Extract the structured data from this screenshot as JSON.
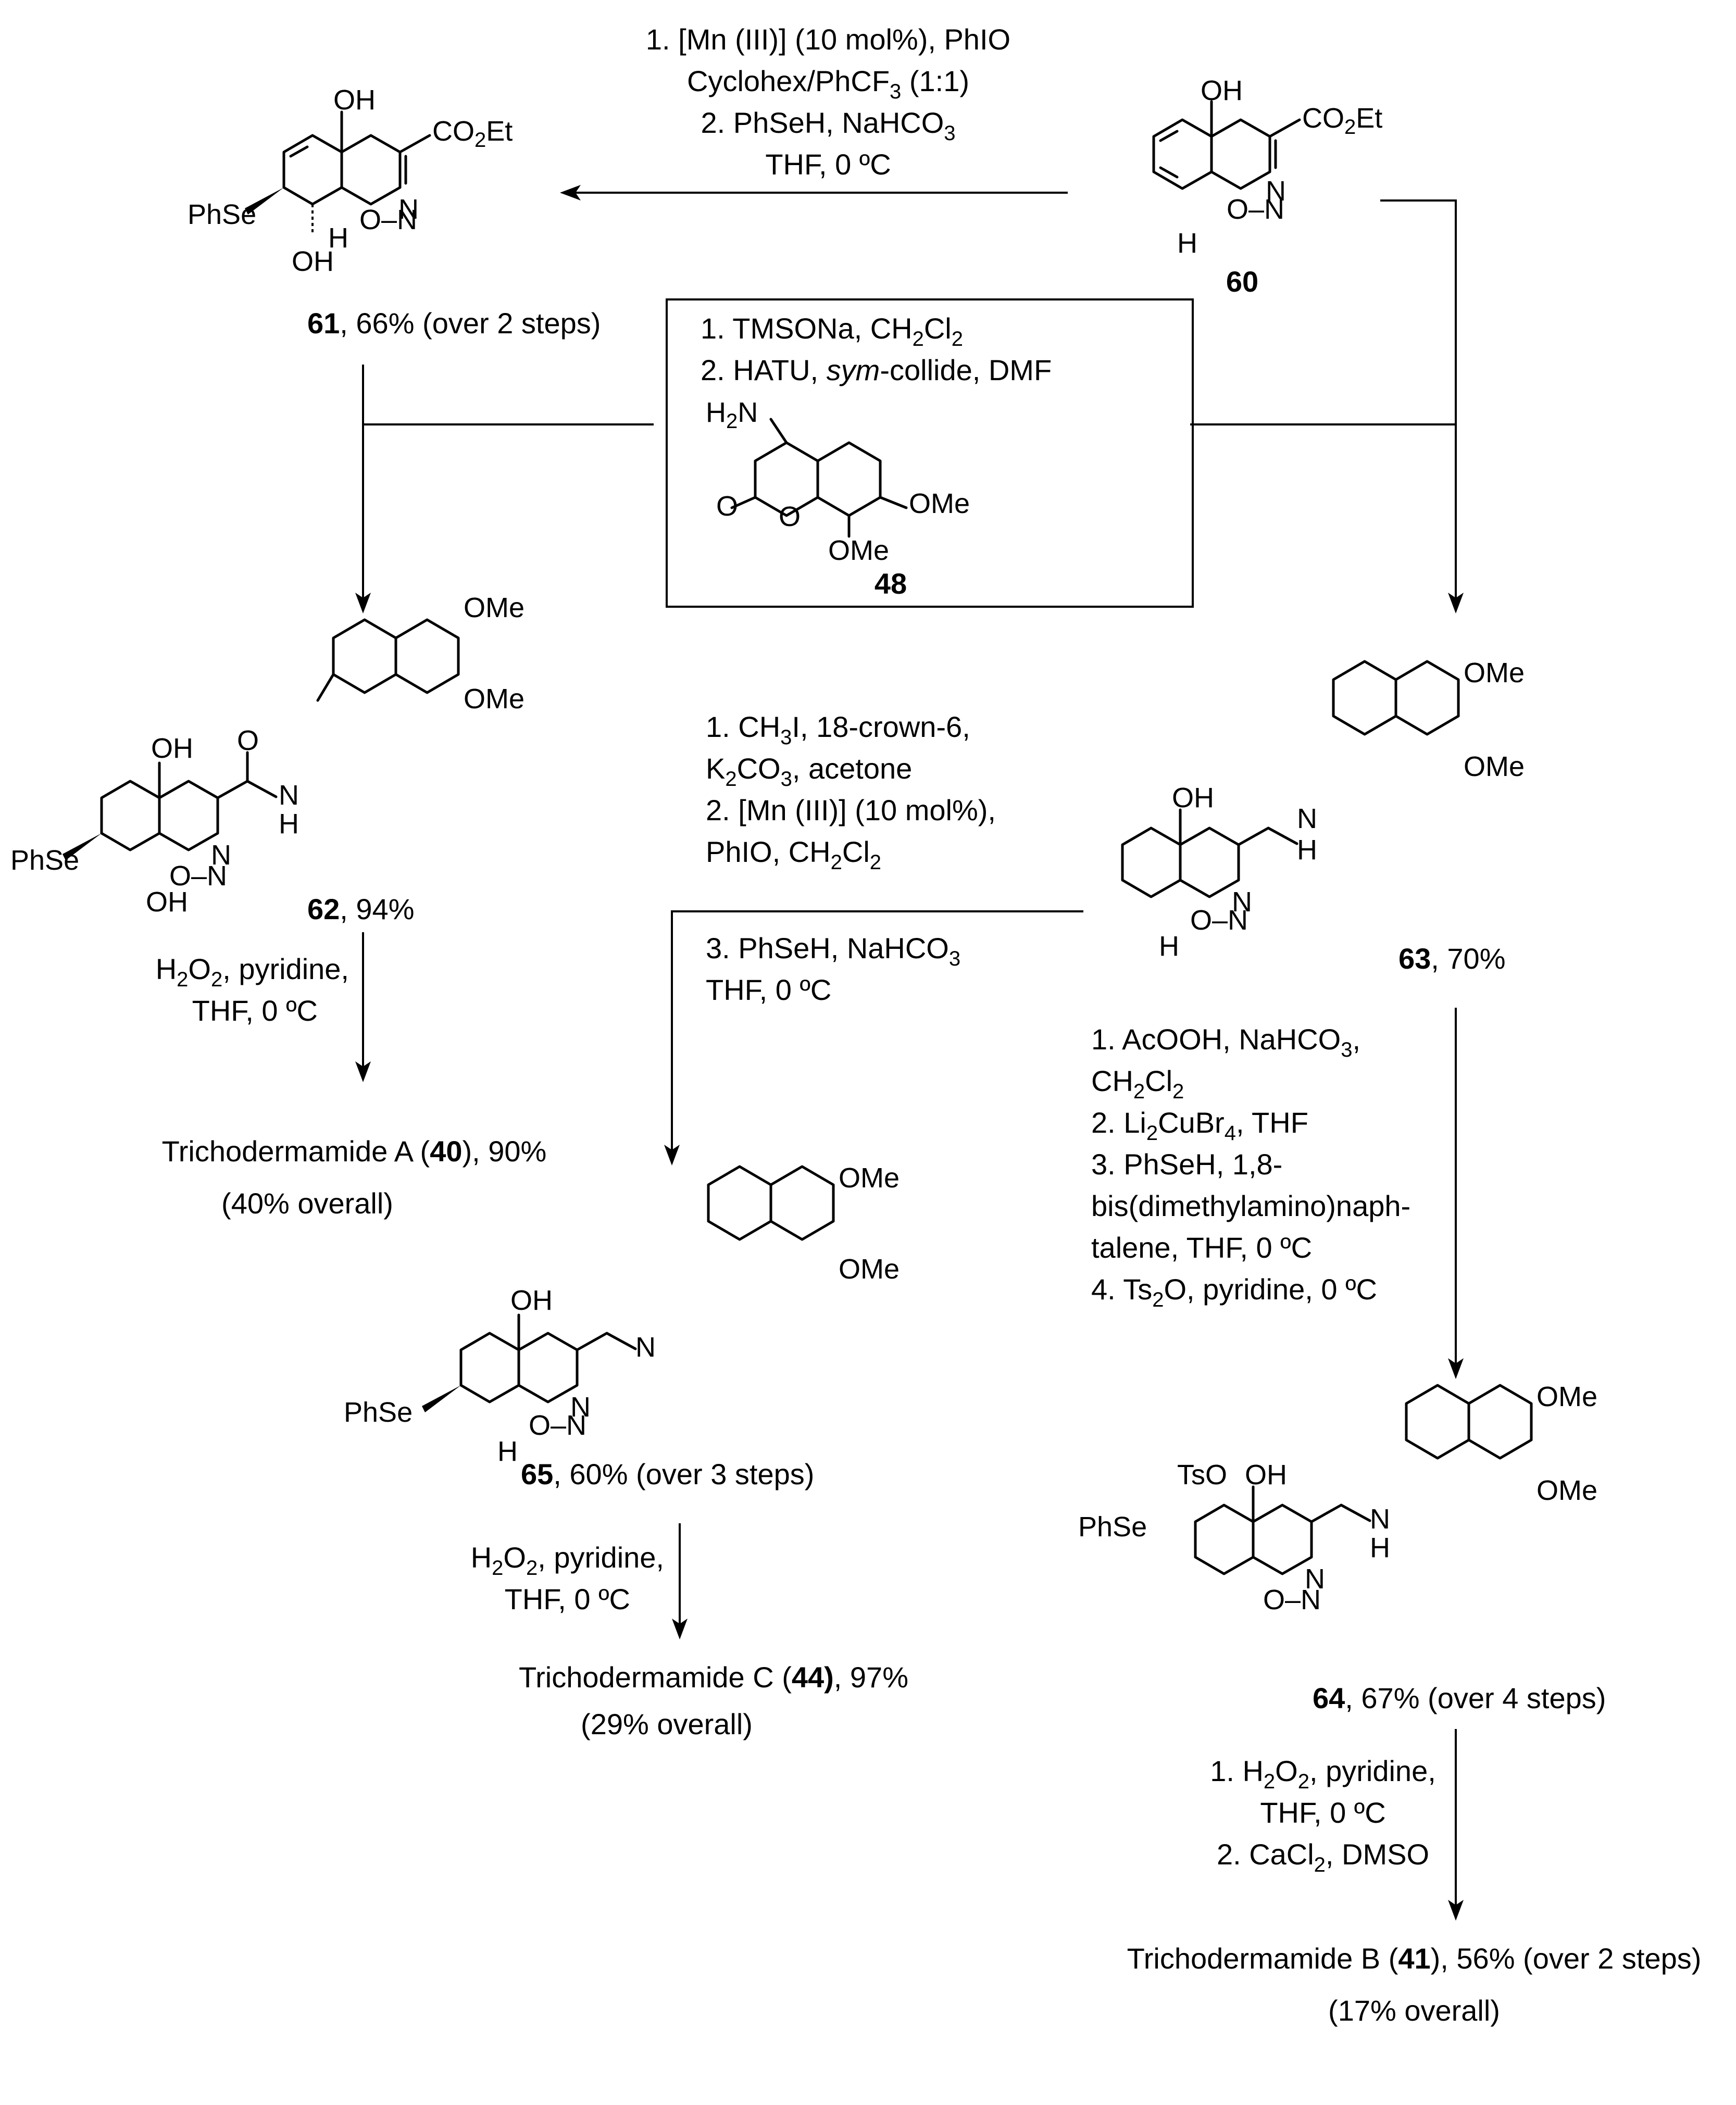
{
  "conditions": {
    "c_60_61": [
      "1. [Mn (III)] (10 mol%), PhIO",
      "Cyclohex/PhCF",
      "3",
      " (1:1)",
      "2. PhSeH, NaHCO",
      "3",
      "THF, 0 ºC"
    ],
    "box": [
      "1. TMSONa, CH",
      "2",
      "Cl",
      "2",
      "2. HATU, ",
      "sym",
      "-collide, DMF"
    ],
    "c_62_40": [
      "H",
      "2",
      "O",
      "2",
      ", pyridine,",
      "THF, 0 ºC"
    ],
    "c_63_65": [
      "1. CH",
      "3",
      "I, 18-crown-6,",
      "K",
      "2",
      "CO",
      "3",
      ", acetone",
      "2. [Mn (III)] (10 mol%),",
      "PhIO, CH",
      "2",
      "Cl",
      "2",
      "3. PhSeH, NaHCO",
      "3",
      "THF, 0 ºC"
    ],
    "c_63_64": [
      "1. AcOOH, NaHCO",
      "3",
      ",",
      "CH",
      "2",
      "Cl",
      "2",
      "2. Li",
      "2",
      "CuBr",
      "4",
      ", THF",
      "3. PhSeH, 1,8-",
      "bis(dimethylamino)naph-",
      "talene, THF, 0 ºC",
      "4. Ts",
      "2",
      "O, pyridine, 0 ºC"
    ],
    "c_65_44": [
      "H",
      "2",
      "O",
      "2",
      ", pyridine,",
      "THF, 0 ºC"
    ],
    "c_64_41": [
      "1. H",
      "2",
      "O",
      "2",
      ", pyridine,",
      "THF, 0 ºC",
      "2. CaCl",
      "2",
      ", DMSO"
    ]
  },
  "compounds": {
    "c60": "60",
    "c61": [
      "61",
      ", 66% (over 2 steps)"
    ],
    "c48": "48",
    "c62": [
      "62",
      ", 94%"
    ],
    "c63": [
      "63",
      ", 70%"
    ],
    "c65": [
      "65",
      ", 60% (over 3 steps)"
    ],
    "c64": [
      "64",
      ", 67% (over 4 steps)"
    ]
  },
  "products": {
    "p40": [
      "Trichodermamide A (",
      "40",
      "), 90%",
      "(40% overall)"
    ],
    "p44": [
      "Trichodermamide C (",
      "44)",
      ", 97%",
      "(29% overall)"
    ],
    "p41": [
      "Trichodermamide B (",
      "41",
      "), 56% (over 2 steps)",
      "(17% overall)"
    ]
  },
  "atoms": {
    "OH": "OH",
    "CO2Et_a": "CO",
    "CO2Et_b": "2",
    "CO2Et_c": "Et",
    "N": "N",
    "ON": "O–N",
    "O": "O",
    "H": "H",
    "PhSe": "PhSe",
    "NH": "N",
    "NH_H": "H",
    "H2N_a": "H",
    "H2N_b": "2",
    "H2N_c": "N",
    "OMe": "OMe",
    "TsO": "TsO",
    "PhSe_dot": "PhSe"
  }
}
